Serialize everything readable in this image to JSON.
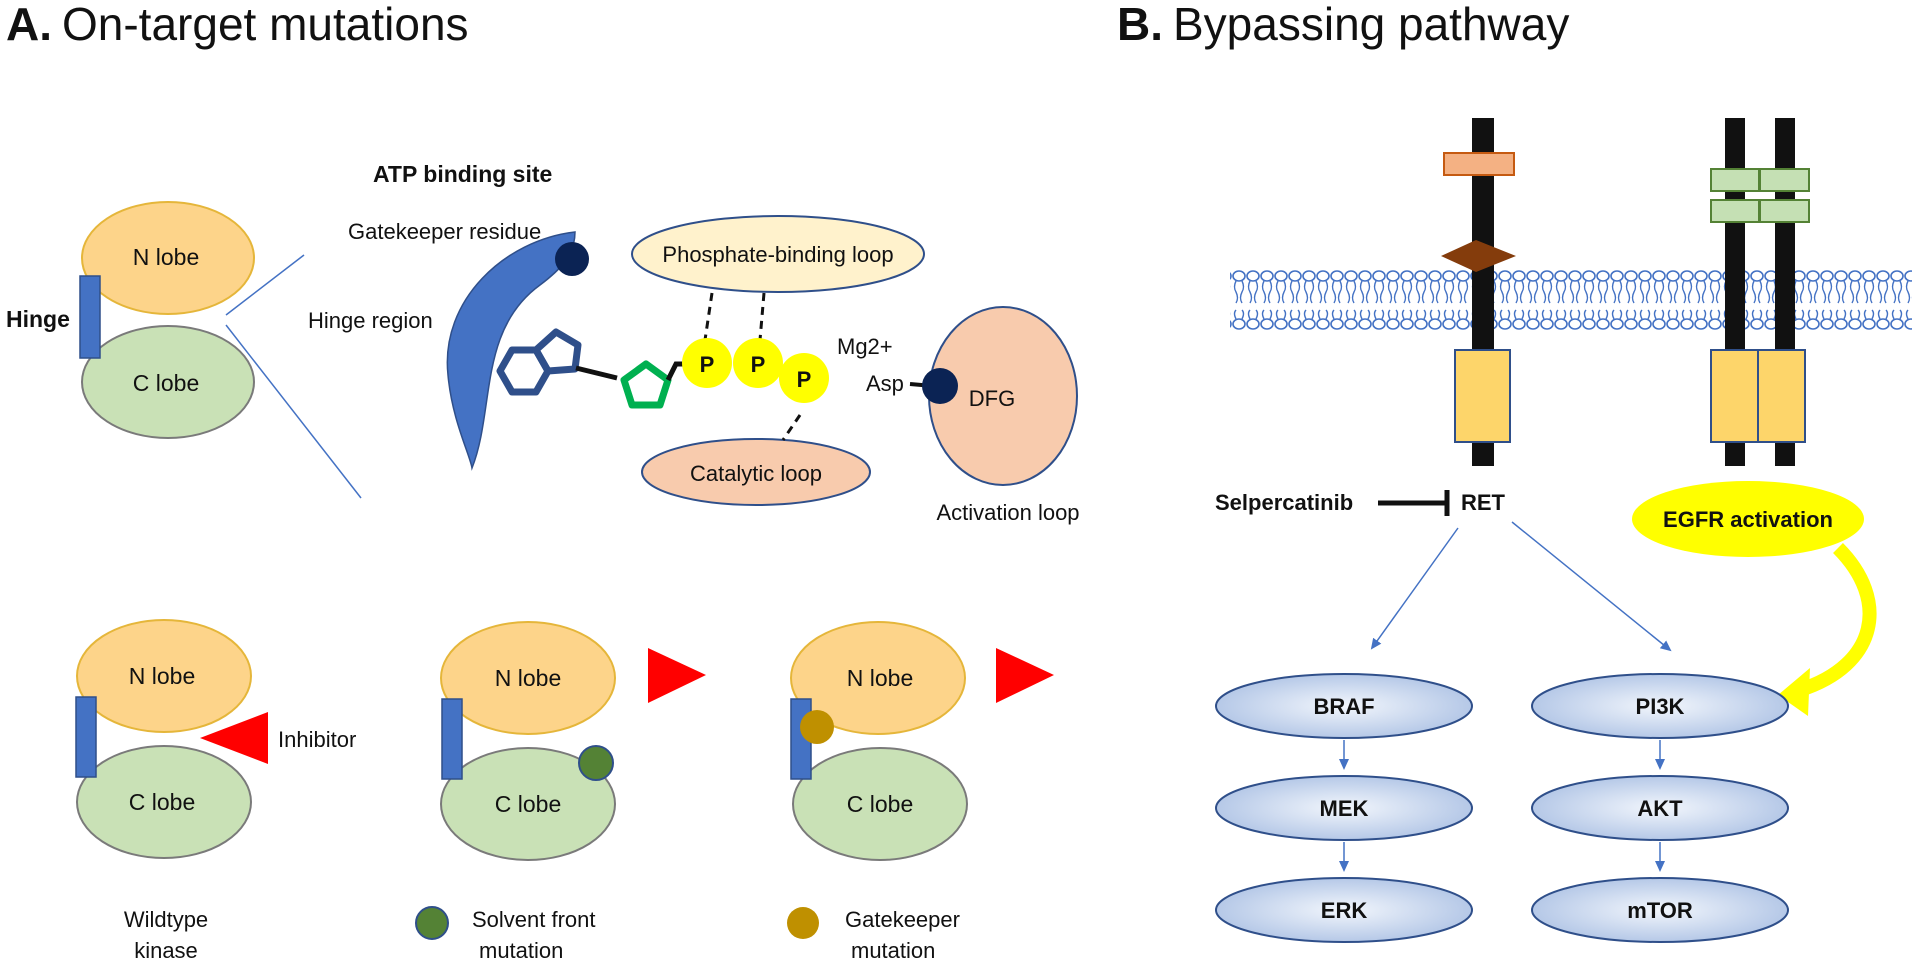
{
  "colors": {
    "n_lobe": "#fdd48a",
    "n_lobe_stroke": "#e5b63a",
    "c_lobe": "#c9e1b6",
    "c_lobe_stroke": "#8a8a8a",
    "hinge": "#4472c4",
    "inhibitor": "#ff0000",
    "phosphate": "#ffff00",
    "solvent_front": "#548235",
    "gatekeeper": "#bf9000",
    "membrane": "#4472c4",
    "egfr": "#ffff00"
  },
  "panel_a": {
    "letter": "A.",
    "title": "On-target mutations",
    "kinase": {
      "hinge_label": "Hinge",
      "n_lobe": "N lobe",
      "c_lobe": "C lobe"
    },
    "atp_site": {
      "title": "ATP binding site",
      "gatekeeper_residue": "Gatekeeper residue",
      "hinge_region": "Hinge region",
      "phosphate_loop": "Phosphate-binding loop",
      "catalytic_loop": "Catalytic loop",
      "phosphates": [
        "P",
        "P",
        "P"
      ],
      "mg": "Mg2+",
      "asp": "Asp",
      "dfg": "DFG",
      "activation_loop": "Activation loop"
    },
    "wildtype": {
      "n_lobe": "N lobe",
      "c_lobe": "C lobe",
      "inhibitor": "Inhibitor",
      "caption_1": "Wildtype",
      "caption_2": "kinase"
    },
    "solvent_front": {
      "n_lobe": "N lobe",
      "c_lobe": "C lobe",
      "caption_1": "Solvent front",
      "caption_2": "mutation"
    },
    "gatekeeper": {
      "n_lobe": "N lobe",
      "c_lobe": "C lobe",
      "caption_1": "Gatekeeper",
      "caption_2": "mutation"
    }
  },
  "panel_b": {
    "letter": "B.",
    "title": "Bypassing pathway",
    "drug": "Selpercatinib",
    "ret": "RET",
    "egfr_activation": "EGFR activation",
    "mapk": [
      "BRAF",
      "MEK",
      "ERK"
    ],
    "pi3k": [
      "PI3K",
      "AKT",
      "mTOR"
    ]
  }
}
